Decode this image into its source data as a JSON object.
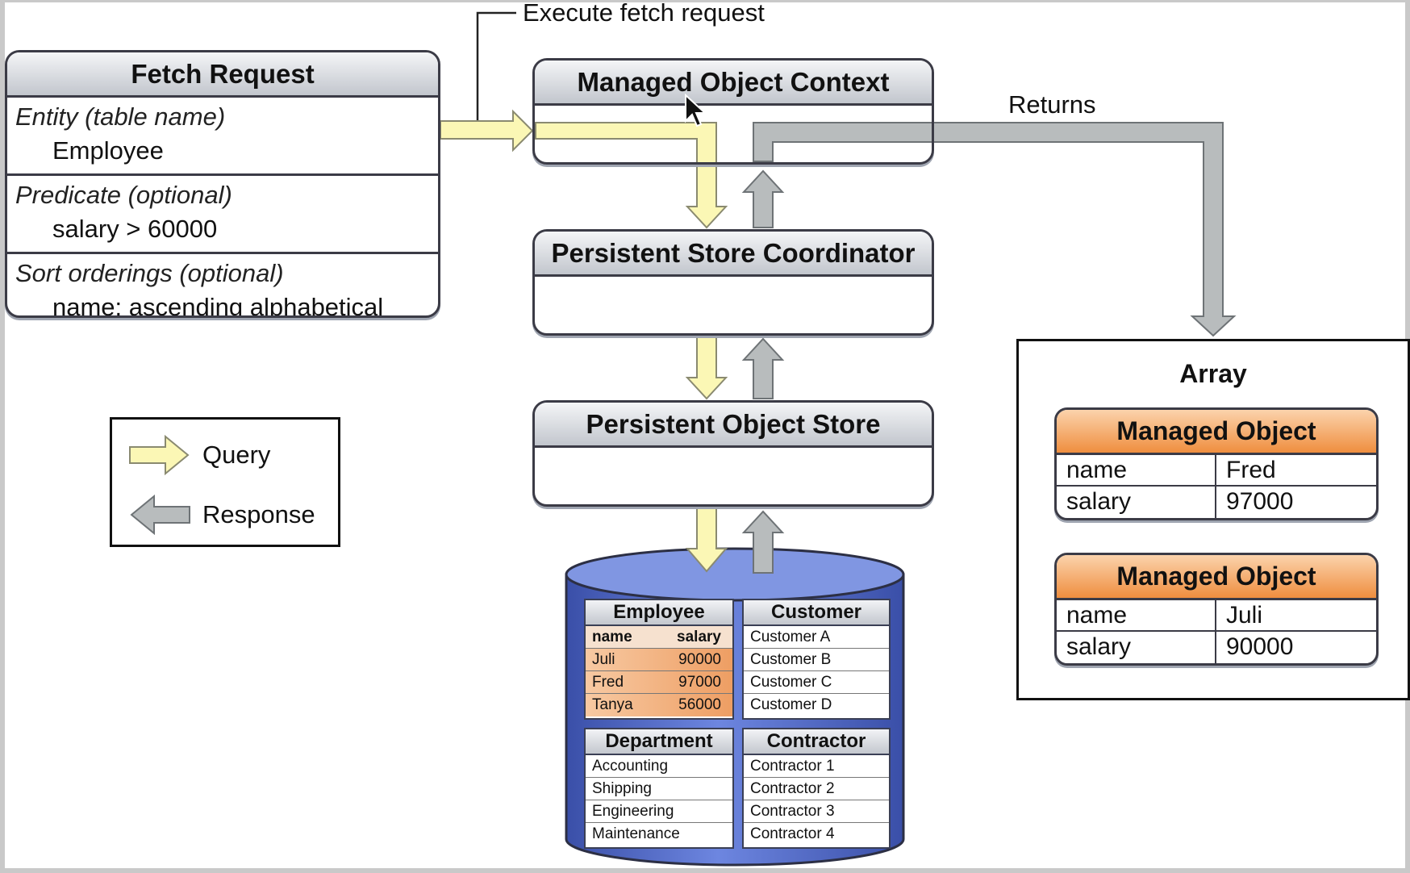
{
  "labels": {
    "execute": "Execute fetch request",
    "returns": "Returns"
  },
  "fetch_request": {
    "title": "Fetch Request",
    "sections": [
      {
        "label": "Entity (table name)",
        "value": "Employee"
      },
      {
        "label": "Predicate (optional)",
        "value": "salary > 60000"
      },
      {
        "label": "Sort orderings (optional)",
        "value": "name: ascending alphabetical"
      }
    ]
  },
  "stack": {
    "context": "Managed Object Context",
    "coordinator": "Persistent Store Coordinator",
    "store": "Persistent Object Store"
  },
  "legend": {
    "query": "Query",
    "response": "Response"
  },
  "array": {
    "title": "Array",
    "objects": [
      {
        "title": "Managed Object",
        "rows": [
          {
            "key": "name",
            "value": "Fred"
          },
          {
            "key": "salary",
            "value": "97000"
          }
        ]
      },
      {
        "title": "Managed Object",
        "rows": [
          {
            "key": "name",
            "value": "Juli"
          },
          {
            "key": "salary",
            "value": "90000"
          }
        ]
      }
    ]
  },
  "database": {
    "employee": {
      "title": "Employee",
      "columns": [
        "name",
        "salary"
      ],
      "rows": [
        [
          "Juli",
          "90000"
        ],
        [
          "Fred",
          "97000"
        ],
        [
          "Tanya",
          "56000"
        ]
      ]
    },
    "customer": {
      "title": "Customer",
      "rows": [
        "Customer A",
        "Customer B",
        "Customer C",
        "Customer D"
      ]
    },
    "department": {
      "title": "Department",
      "rows": [
        "Accounting",
        "Shipping",
        "Engineering",
        "Maintenance"
      ]
    },
    "contractor": {
      "title": "Contractor",
      "rows": [
        "Contractor 1",
        "Contractor 2",
        "Contractor 3",
        "Contractor 4"
      ]
    }
  },
  "colors": {
    "query_arrow": "#fbf7b5",
    "response_arrow": "#b8bcbd",
    "object_header": "#ef8e3f",
    "database": "#4f68c6"
  }
}
